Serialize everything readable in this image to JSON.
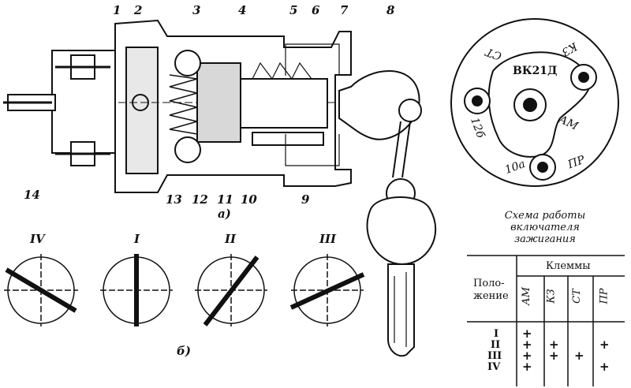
{
  "callouts": {
    "top": [
      "1",
      "2",
      "3",
      "4",
      "5",
      "6",
      "7",
      "8"
    ],
    "bottom": [
      "14",
      "13",
      "12",
      "11",
      "10",
      "9"
    ]
  },
  "captions": {
    "a": "а)",
    "b": "б)"
  },
  "switch_face": {
    "center": "ВК21Д",
    "terminals": [
      "СТ",
      "КЗ",
      "АМ",
      "ПР",
      "10а",
      "12б"
    ]
  },
  "positions": [
    "IV",
    "I",
    "II",
    "III"
  ],
  "scheme": {
    "title_lines": [
      "Схема работы",
      "включателя",
      "зажигания"
    ],
    "header_position": [
      "Поло-",
      "жение"
    ],
    "header_terminals": "Клеммы",
    "terminal_columns": [
      "АМ",
      "КЗ",
      "СТ",
      "ПР"
    ],
    "rows": [
      "I",
      "II",
      "III",
      "IV"
    ]
  }
}
